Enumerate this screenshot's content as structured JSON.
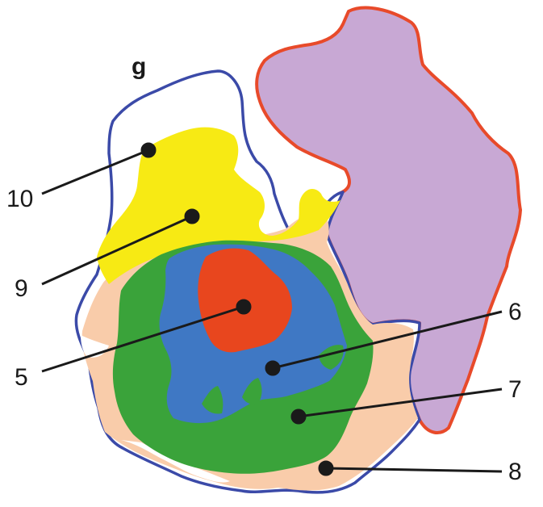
{
  "panel": {
    "letter": "g"
  },
  "labels": {
    "l10": "10",
    "l9": "9",
    "l5": "5",
    "l6": "6",
    "l7": "7",
    "l8": "8"
  },
  "colors": {
    "outer_outline": "#3b4aa8",
    "purple_region": "#c8a8d4",
    "purple_outline": "#e84a2a",
    "yellow_region": "#f7ea14",
    "peach_region": "#f9ccaa",
    "green_region": "#3aa33a",
    "blue_region": "#3f78c4",
    "red_region": "#e8461e",
    "leader_line": "#1a1a1a"
  }
}
